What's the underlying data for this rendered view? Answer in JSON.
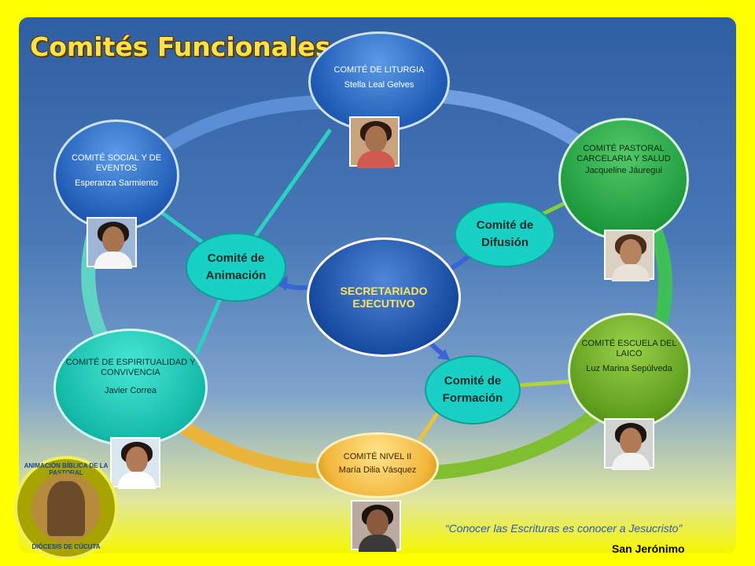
{
  "title": "Comités Funcionales",
  "center": {
    "label": "SECRETARIADO EJECUTIVO"
  },
  "sub_committees": [
    {
      "label": "Comité de Animación"
    },
    {
      "label": "Comité de Difusión"
    },
    {
      "label": "Comité de Formación"
    }
  ],
  "committees": [
    {
      "title": "COMITÉ DE LITURGIA",
      "name": "Stella Leal Gelves"
    },
    {
      "title": "COMITÉ PASTORAL CARCELARIA Y SALUD",
      "name": "Jacqueline Jáuregui"
    },
    {
      "title": "COMITÉ ESCUELA DEL LAICO",
      "name": "Luz Marina Sepúlveda"
    },
    {
      "title": "COMITÉ NIVEL II",
      "name": "María Dilia Vásquez"
    },
    {
      "title": "COMITÉ DE ESPIRITUALIDAD Y CONVIVENCIA",
      "name": "Javier Correa"
    },
    {
      "title": "COMITÉ SOCIAL Y DE EVENTOS",
      "name": "Esperanza Sarmiento"
    }
  ],
  "footer": {
    "quote": "“Conocer las Escrituras es conocer a Jesucristo”",
    "signature": "San Jerónimo"
  },
  "logo": {
    "top_text": "ANIMACIÓN BÍBLICA DE LA PASTORAL",
    "bottom_text": "DIÓCESIS DE CÚCUTA"
  },
  "colors": {
    "background": "#ffff00",
    "panel": "#3b6db0",
    "title": "#ffe14a",
    "quote": "#2b55c9"
  }
}
